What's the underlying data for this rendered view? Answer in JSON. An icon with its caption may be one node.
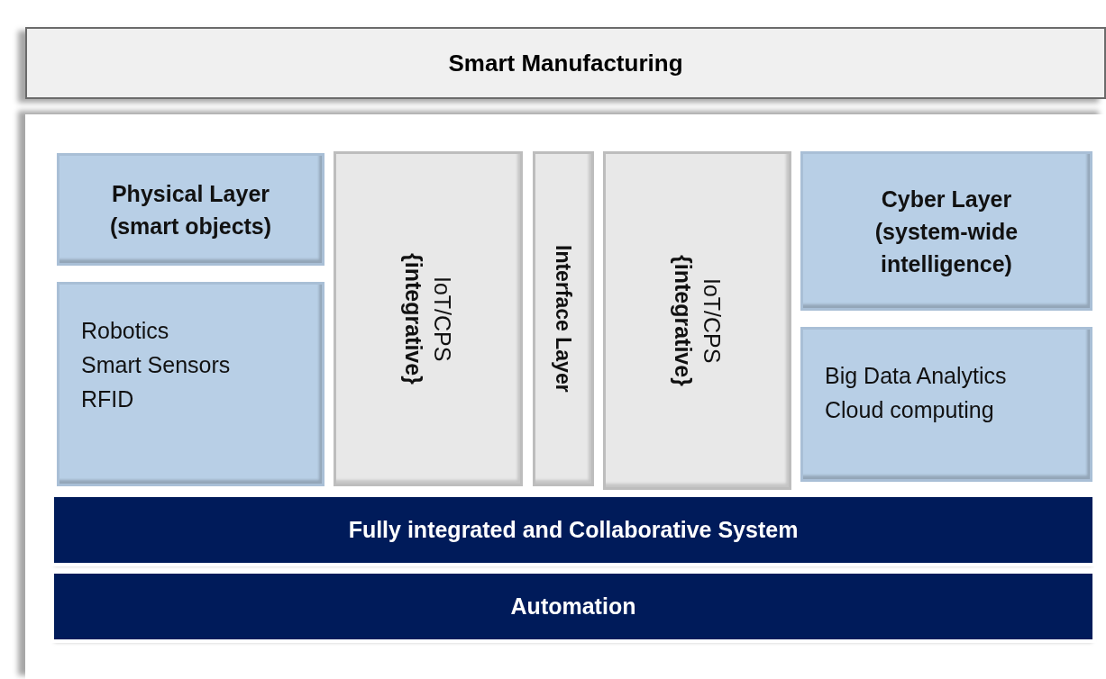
{
  "diagram": {
    "nodes": [
      {
        "text": [
          "Smart Manufacturing"
        ]
      },
      {
        "text": [],
        "shape": "box"
      },
      {
        "text": [
          "Physical Layer (smart objects)"
        ],
        "in": 1
      },
      {
        "text": [
          "Robotics",
          "Smart Sensors",
          "RFID"
        ],
        "in": 1
      },
      {
        "text": [
          "IoT/CPS",
          "{integrative}"
        ],
        "in": 1
      },
      {
        "text": [
          "Interface Layer"
        ],
        "in": 1
      },
      {
        "text": [
          "IoT/CPS",
          "{integrative}"
        ],
        "in": 1
      },
      {
        "text": [
          "Cyber Layer (system-wide intelligence)"
        ],
        "in": 1
      },
      {
        "text": [
          "Big Data Analytics",
          "Cloud computing"
        ],
        "in": 1
      },
      {
        "text": [
          "Fully integrated and Collaborative System"
        ],
        "in": 1
      },
      {
        "text": [
          "Automation"
        ],
        "in": 1
      }
    ]
  }
}
